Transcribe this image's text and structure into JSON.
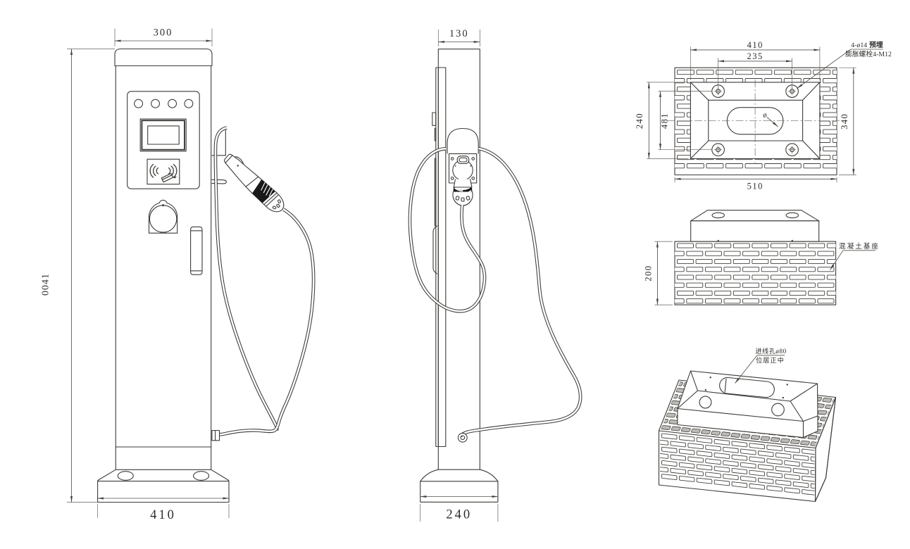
{
  "sheet": {
    "background": "#ffffff",
    "line_color": "#3d3b38",
    "text_color": "#2f2d2b",
    "grip_color": "#191919"
  },
  "front_view": {
    "width_top": "300",
    "height": "1400",
    "base_width": "410"
  },
  "side_view": {
    "width_top": "130",
    "base_width": "240"
  },
  "plan_view": {
    "pedestal_width": "410",
    "bolt_spacing_h": "235",
    "pedestal_depth": "240",
    "bolt_spacing_v": "184",
    "pad_depth": "340",
    "pad_width": "510",
    "hole_diameter_symbol": "ø",
    "bolt_note_code": "4-ø14",
    "bolt_note_embed": "预埋",
    "bolt_note_line2": "膨胀螺栓4-M12"
  },
  "elevation_view": {
    "pad_height": "200",
    "concrete_note": "混凝土基座"
  },
  "iso_view": {
    "inlet_note_line1": "进线孔ø80",
    "inlet_note_line2": "位居正中"
  }
}
